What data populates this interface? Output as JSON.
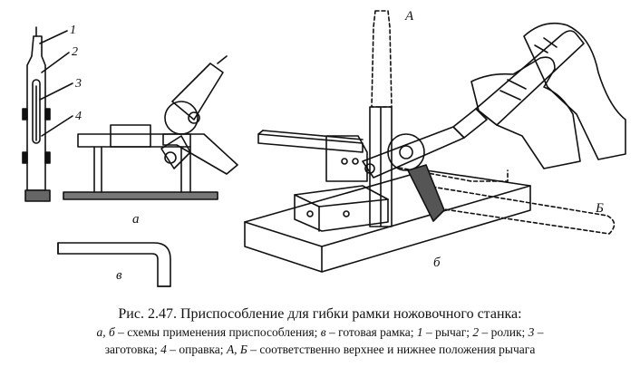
{
  "labels": {
    "n1": "1",
    "n2": "2",
    "n3": "3",
    "n4": "4",
    "a": "а",
    "b": "б",
    "v": "в",
    "A": "А",
    "B": "Б"
  },
  "caption": {
    "title": "Рис. 2.47. Приспособление для гибки рамки ножовочного станка:",
    "line2_a": "а, б",
    "line2_b": " – схемы применения приспособления; ",
    "line2_c": "в",
    "line2_d": " – готовая рамка; ",
    "line2_e": "1",
    "line2_f": " – рычаг; ",
    "line2_g": "2",
    "line2_h": " – ролик; ",
    "line2_i": "3",
    "line2_j": " –",
    "line3_a": "заготовка; ",
    "line3_b": "4",
    "line3_c": " – оправка; ",
    "line3_d": "А, Б",
    "line3_e": " – соответственно верхнее и нижнее положения рычага"
  }
}
